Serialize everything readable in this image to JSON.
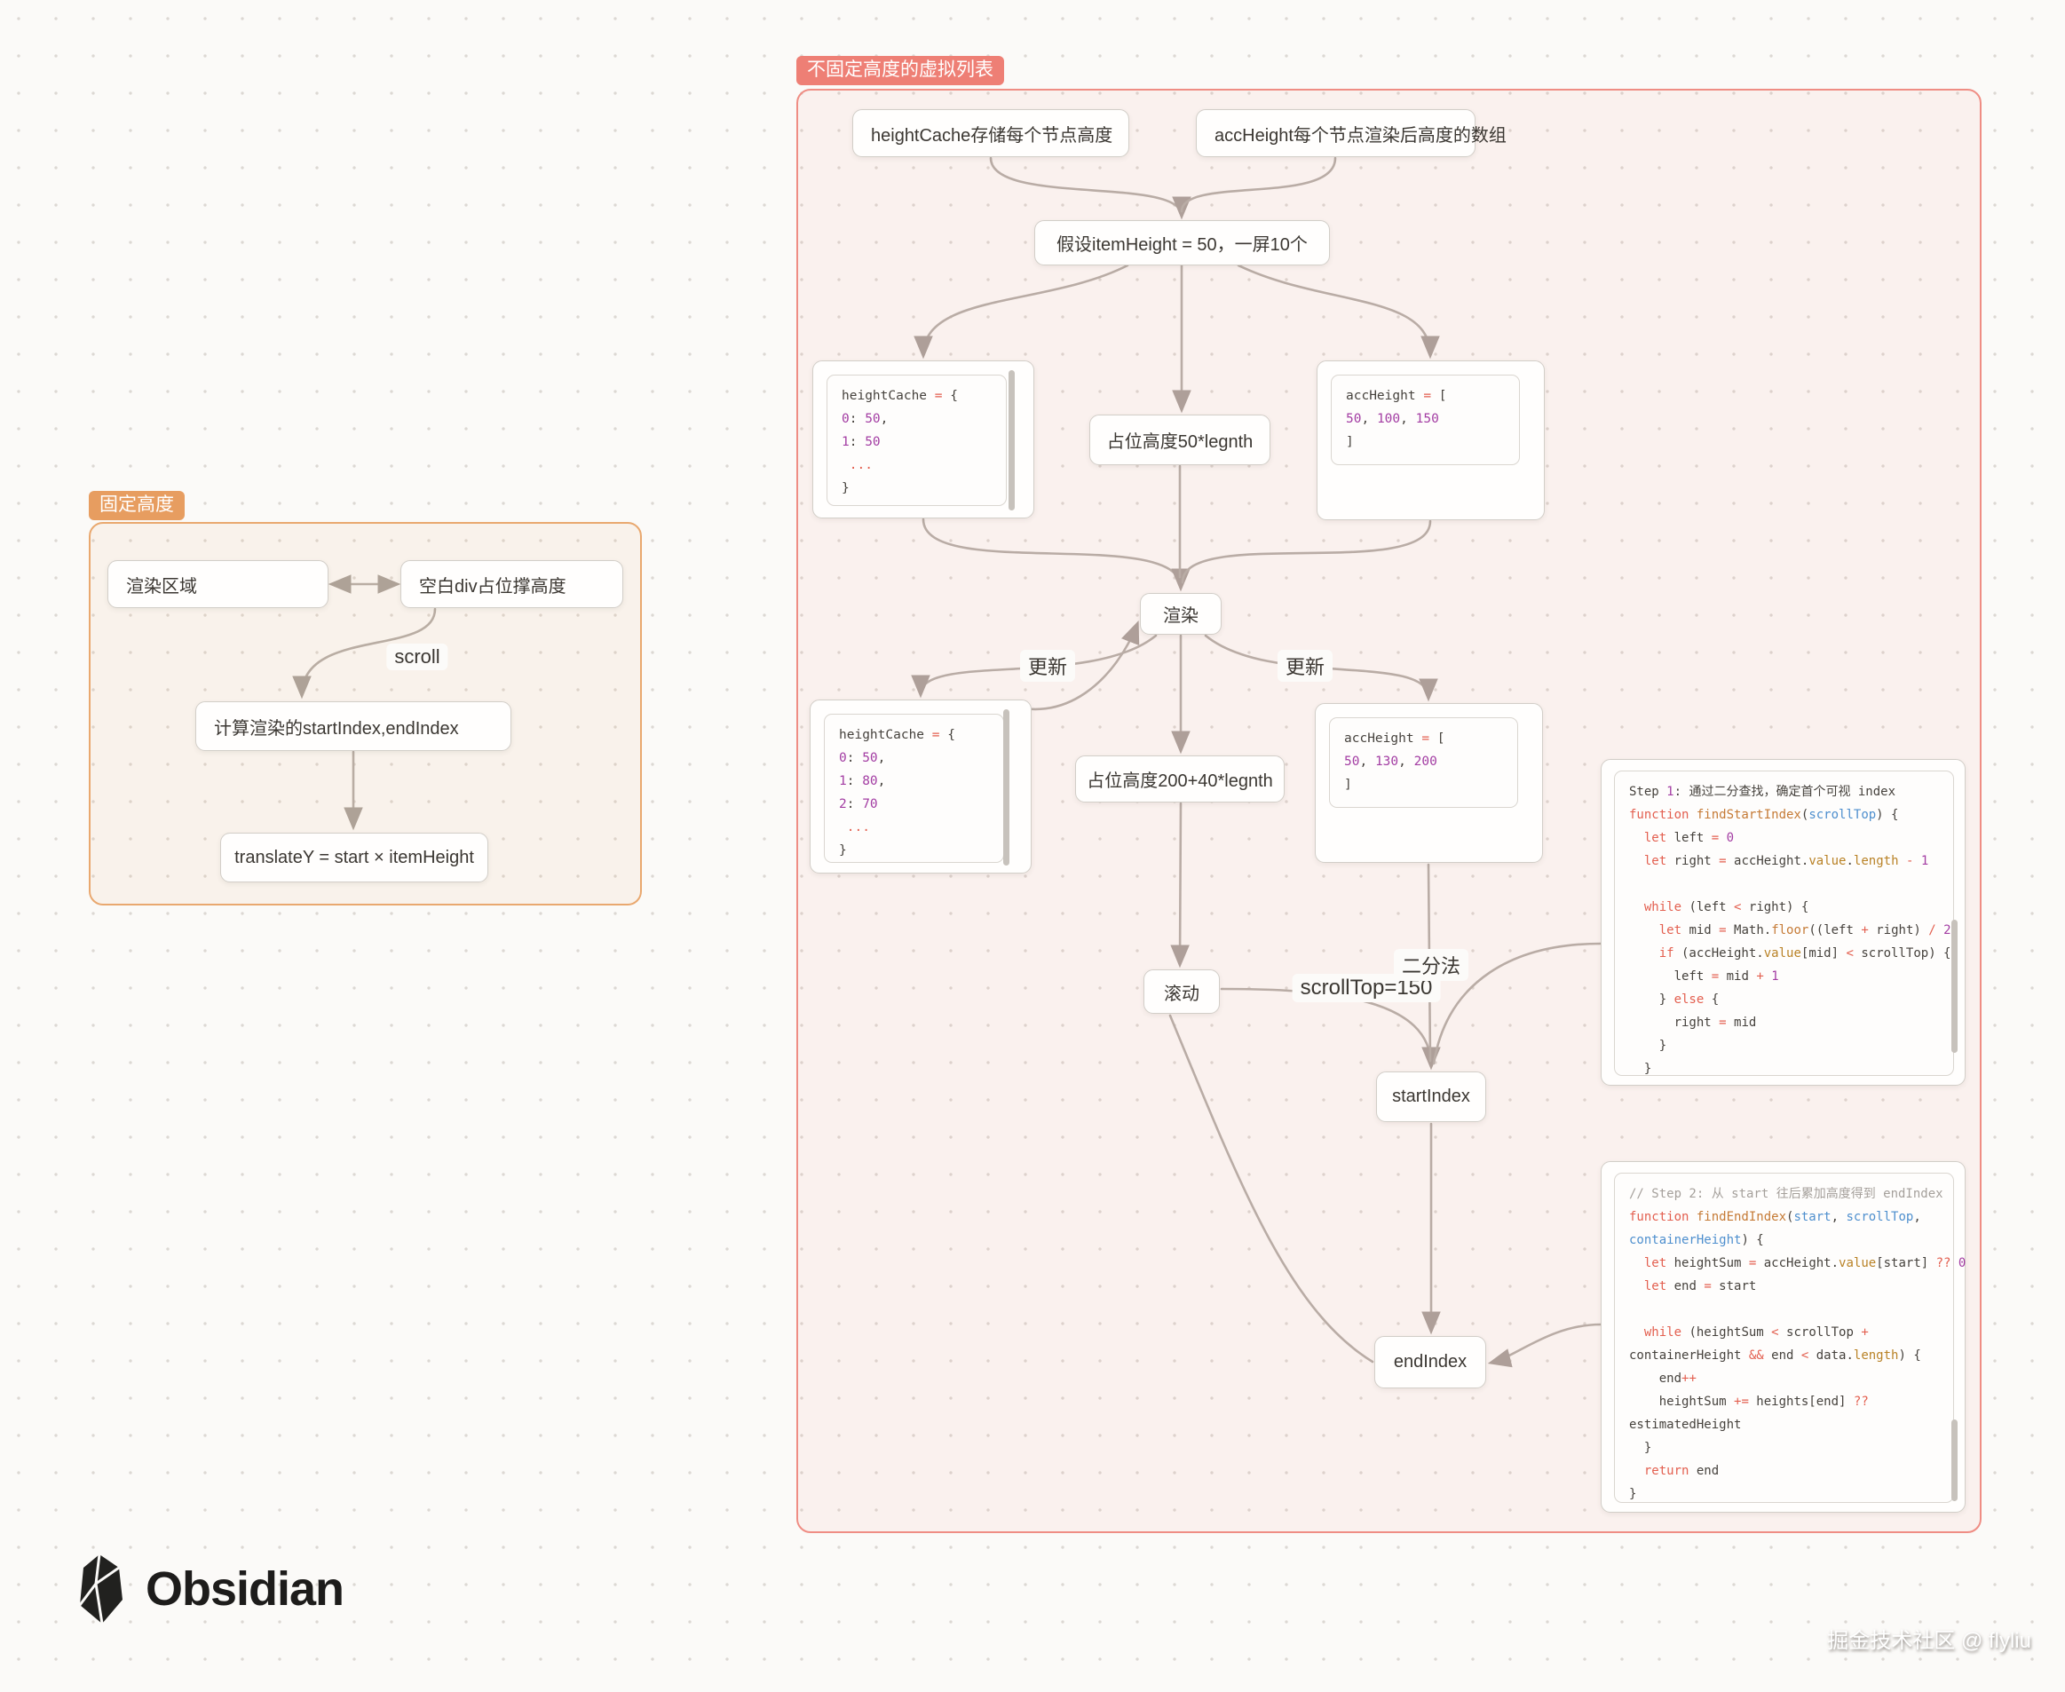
{
  "canvas": {
    "watermark": "掘金技术社区 @ flyliu",
    "logo": "Obsidian"
  },
  "fixed_group": {
    "label": "固定高度",
    "render_area": "渲染区域",
    "blank_div": "空白div占位撑高度",
    "calc_index": "计算渲染的startIndex,endIndex",
    "translate_y": "translateY = start × itemHeight",
    "scroll_label": "scroll"
  },
  "dynamic_group": {
    "label": "不固定高度的虚拟列表",
    "height_cache_desc": "heightCache存储每个节点高度",
    "acc_height_desc": "accHeight每个节点渲染后高度的数组",
    "assumption": "假设itemHeight = 50，一屏10个",
    "placeholder_50": "占位高度50*legnth",
    "render": "渲染",
    "placeholder_200": "占位高度200+40*legnth",
    "scroll": "滚动",
    "start_index": "startIndex",
    "end_index": "endIndex",
    "update_label_left": "更新",
    "update_label_right": "更新",
    "scroll_top_label": "scrollTop=150",
    "binary_search_label": "二分法"
  },
  "code": {
    "height_cache_1": [
      [
        [
          "plain",
          "heightCache "
        ],
        [
          "kw",
          "="
        ],
        [
          "plain",
          " {"
        ]
      ],
      [
        [
          "num",
          "0"
        ],
        [
          "plain",
          ": "
        ],
        [
          "num",
          "50"
        ],
        [
          "plain",
          ","
        ]
      ],
      [
        [
          "num",
          "1"
        ],
        [
          "plain",
          ": "
        ],
        [
          "num",
          "50"
        ]
      ],
      [
        [
          "kw",
          " ..."
        ]
      ],
      [
        [
          "plain",
          "}"
        ]
      ]
    ],
    "acc_height_1": [
      [
        [
          "plain",
          "accHeight "
        ],
        [
          "kw",
          "="
        ],
        [
          "plain",
          " ["
        ]
      ],
      [
        [
          "num",
          "50"
        ],
        [
          "plain",
          ", "
        ],
        [
          "num",
          "100"
        ],
        [
          "plain",
          ", "
        ],
        [
          "num",
          "150"
        ]
      ],
      [
        [
          "plain",
          "]"
        ]
      ]
    ],
    "height_cache_2": [
      [
        [
          "plain",
          "heightCache "
        ],
        [
          "kw",
          "="
        ],
        [
          "plain",
          " {"
        ]
      ],
      [
        [
          "num",
          "0"
        ],
        [
          "plain",
          ": "
        ],
        [
          "num",
          "50"
        ],
        [
          "plain",
          ","
        ]
      ],
      [
        [
          "num",
          "1"
        ],
        [
          "plain",
          ": "
        ],
        [
          "num",
          "80"
        ],
        [
          "plain",
          ","
        ]
      ],
      [
        [
          "num",
          "2"
        ],
        [
          "plain",
          ": "
        ],
        [
          "num",
          "70"
        ]
      ],
      [
        [
          "kw",
          " ..."
        ]
      ],
      [
        [
          "plain",
          "}"
        ]
      ]
    ],
    "acc_height_2": [
      [
        [
          "plain",
          "accHeight "
        ],
        [
          "kw",
          "="
        ],
        [
          "plain",
          " ["
        ]
      ],
      [
        [
          "num",
          "50"
        ],
        [
          "plain",
          ", "
        ],
        [
          "num",
          "130"
        ],
        [
          "plain",
          ", "
        ],
        [
          "num",
          "200"
        ]
      ],
      [
        [
          "plain",
          "]"
        ]
      ]
    ],
    "step1": [
      [
        [
          "plain",
          "Step "
        ],
        [
          "num",
          "1"
        ],
        [
          "plain",
          ": 通过二分查找，确定首个可视 index"
        ]
      ],
      [
        [
          "kw",
          "function "
        ],
        [
          "fn",
          "findStartIndex"
        ],
        [
          "plain",
          "("
        ],
        [
          "param",
          "scrollTop"
        ],
        [
          "plain",
          ") {"
        ]
      ],
      [
        [
          "plain",
          "  "
        ],
        [
          "kw",
          "let"
        ],
        [
          "plain",
          " left "
        ],
        [
          "kw",
          "="
        ],
        [
          "plain",
          " "
        ],
        [
          "num",
          "0"
        ]
      ],
      [
        [
          "plain",
          "  "
        ],
        [
          "kw",
          "let"
        ],
        [
          "plain",
          " right "
        ],
        [
          "kw",
          "="
        ],
        [
          "plain",
          " accHeight."
        ],
        [
          "prop",
          "value"
        ],
        [
          "plain",
          "."
        ],
        [
          "prop",
          "length"
        ],
        [
          "plain",
          " "
        ],
        [
          "kw",
          "-"
        ],
        [
          "plain",
          " "
        ],
        [
          "num",
          "1"
        ]
      ],
      [],
      [
        [
          "plain",
          "  "
        ],
        [
          "kw",
          "while"
        ],
        [
          "plain",
          " (left "
        ],
        [
          "kw",
          "<"
        ],
        [
          "plain",
          " right) {"
        ]
      ],
      [
        [
          "plain",
          "    "
        ],
        [
          "kw",
          "let"
        ],
        [
          "plain",
          " mid "
        ],
        [
          "kw",
          "="
        ],
        [
          "plain",
          " Math."
        ],
        [
          "fn",
          "floor"
        ],
        [
          "plain",
          "((left "
        ],
        [
          "kw",
          "+"
        ],
        [
          "plain",
          " right) "
        ],
        [
          "kw",
          "/"
        ],
        [
          "plain",
          " "
        ],
        [
          "num",
          "2"
        ],
        [
          "plain",
          ")"
        ]
      ],
      [
        [
          "plain",
          "    "
        ],
        [
          "kw",
          "if"
        ],
        [
          "plain",
          " (accHeight."
        ],
        [
          "prop",
          "value"
        ],
        [
          "plain",
          "[mid] "
        ],
        [
          "kw",
          "<"
        ],
        [
          "plain",
          " scrollTop) {"
        ]
      ],
      [
        [
          "plain",
          "      left "
        ],
        [
          "kw",
          "="
        ],
        [
          "plain",
          " mid "
        ],
        [
          "kw",
          "+"
        ],
        [
          "plain",
          " "
        ],
        [
          "num",
          "1"
        ]
      ],
      [
        [
          "plain",
          "    } "
        ],
        [
          "kw",
          "else"
        ],
        [
          "plain",
          " {"
        ]
      ],
      [
        [
          "plain",
          "      right "
        ],
        [
          "kw",
          "="
        ],
        [
          "plain",
          " mid"
        ]
      ],
      [
        [
          "plain",
          "    }"
        ]
      ],
      [
        [
          "plain",
          "  }"
        ]
      ]
    ],
    "step2": [
      [
        [
          "cmt",
          "// Step 2: 从 start 往后累加高度得到 endIndex"
        ]
      ],
      [
        [
          "kw",
          "function "
        ],
        [
          "fn",
          "findEndIndex"
        ],
        [
          "plain",
          "("
        ],
        [
          "param",
          "start"
        ],
        [
          "plain",
          ", "
        ],
        [
          "param",
          "scrollTop"
        ],
        [
          "plain",
          ","
        ]
      ],
      [
        [
          "param",
          "containerHeight"
        ],
        [
          "plain",
          ") {"
        ]
      ],
      [
        [
          "plain",
          "  "
        ],
        [
          "kw",
          "let"
        ],
        [
          "plain",
          " heightSum "
        ],
        [
          "kw",
          "="
        ],
        [
          "plain",
          " accHeight."
        ],
        [
          "prop",
          "value"
        ],
        [
          "plain",
          "[start] "
        ],
        [
          "kw",
          "??"
        ],
        [
          "plain",
          " "
        ],
        [
          "num",
          "0"
        ]
      ],
      [
        [
          "plain",
          "  "
        ],
        [
          "kw",
          "let"
        ],
        [
          "plain",
          " end "
        ],
        [
          "kw",
          "="
        ],
        [
          "plain",
          " start"
        ]
      ],
      [],
      [
        [
          "plain",
          "  "
        ],
        [
          "kw",
          "while"
        ],
        [
          "plain",
          " (heightSum "
        ],
        [
          "kw",
          "<"
        ],
        [
          "plain",
          " scrollTop "
        ],
        [
          "kw",
          "+"
        ]
      ],
      [
        [
          "plain",
          "containerHeight "
        ],
        [
          "kw",
          "&&"
        ],
        [
          "plain",
          " end "
        ],
        [
          "kw",
          "<"
        ],
        [
          "plain",
          " data."
        ],
        [
          "prop",
          "length"
        ],
        [
          "plain",
          ") {"
        ]
      ],
      [
        [
          "plain",
          "    end"
        ],
        [
          "kw",
          "++"
        ]
      ],
      [
        [
          "plain",
          "    heightSum "
        ],
        [
          "kw",
          "+="
        ],
        [
          "plain",
          " heights[end] "
        ],
        [
          "kw",
          "??"
        ]
      ],
      [
        [
          "plain",
          "estimatedHeight"
        ]
      ],
      [
        [
          "plain",
          "  }"
        ]
      ],
      [
        [
          "plain",
          "  "
        ],
        [
          "kw",
          "return"
        ],
        [
          "plain",
          " end"
        ]
      ],
      [
        [
          "plain",
          "}"
        ]
      ]
    ]
  },
  "colors": {
    "dynamic_group_border": "#ef8d84",
    "dynamic_group_badge": "#ee7f75",
    "fixed_group_border": "#e9a86f",
    "fixed_group_badge": "#e79d60",
    "edge": "#b5afa9",
    "node_border": "#d2cec8",
    "code_keyword": "#e35f4f",
    "code_number": "#a33da3",
    "code_function": "#c57a35",
    "code_property": "#b98226",
    "code_param": "#4e8fce",
    "code_comment": "#a5a09b"
  }
}
